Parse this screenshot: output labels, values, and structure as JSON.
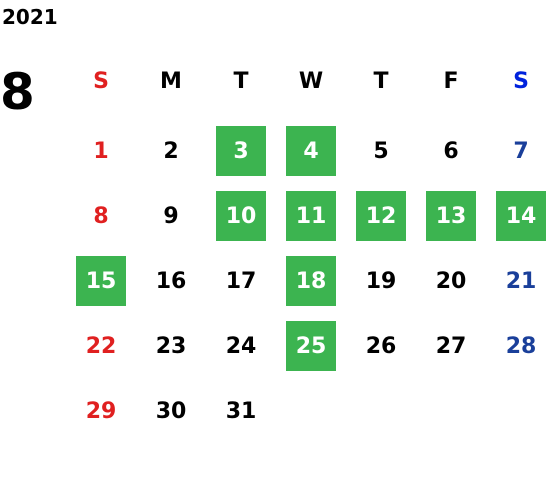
{
  "calendar": {
    "year": "2021",
    "month": "8",
    "weekdays": [
      "S",
      "M",
      "T",
      "W",
      "T",
      "F",
      "S"
    ],
    "weeks": [
      [
        "",
        "",
        "",
        "",
        "",
        "",
        ""
      ],
      [
        "1",
        "2",
        "3",
        "4",
        "5",
        "6",
        "7"
      ],
      [
        "8",
        "9",
        "10",
        "11",
        "12",
        "13",
        "14"
      ],
      [
        "15",
        "16",
        "17",
        "18",
        "19",
        "20",
        "21"
      ],
      [
        "22",
        "23",
        "24",
        "25",
        "26",
        "27",
        "28"
      ],
      [
        "29",
        "30",
        "31",
        "",
        "",
        "",
        ""
      ]
    ],
    "highlighted_days": [
      "3",
      "4",
      "10",
      "11",
      "12",
      "13",
      "14",
      "15",
      "18",
      "25"
    ],
    "colors": {
      "sunday": "#e02020",
      "saturday": "#1a3f9a",
      "saturday_header": "#0022dd",
      "highlight": "#3cb450",
      "text": "#000000"
    }
  }
}
